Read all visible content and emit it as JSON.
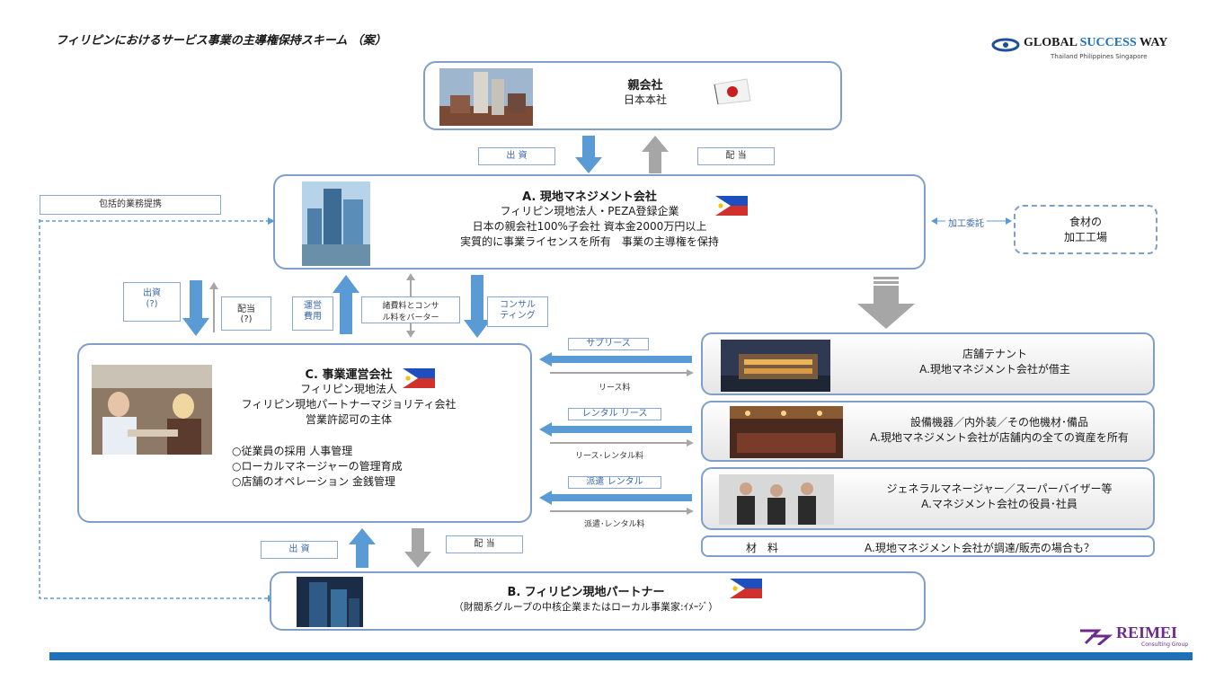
{
  "title": "フィリピンにおけるサービス事業の主導権保持スキーム （案）",
  "logos": {
    "gsw_name_a": "GLOBAL ",
    "gsw_name_b": "SUCCESS",
    "gsw_name_c": " WAY",
    "gsw_sub": "Thailand Philippines Singapore",
    "reimei_name": "REIMEI",
    "reimei_sub": "Consulting Group"
  },
  "parent": {
    "title": "親会社",
    "sub": "日本本社"
  },
  "flows_top": {
    "invest": "出 資",
    "dividend": "配 当"
  },
  "company_a": {
    "title": "A. 現地マネジメント会社",
    "lines": [
      "フィリピン現地法人・PEZA登録企業",
      "日本の親会社100%子会社 資本金2000万円以上",
      "実質的に事業ライセンスを所有　事業の主導権を保持"
    ]
  },
  "alliance": "包括的業務提携",
  "processing": {
    "label": "加工委託",
    "box_line1": "食材の",
    "box_line2": "加工工場"
  },
  "flows_mid": {
    "invest": [
      "出資",
      "(?)"
    ],
    "dividend": [
      "配当",
      "(?)"
    ],
    "ops_fee": [
      "運営",
      "費用"
    ],
    "fee_transfer": [
      "諸費料とコンサ",
      "ル料をバーター"
    ],
    "consulting": [
      "コンサル",
      "ティング"
    ]
  },
  "company_c": {
    "title": "C. 事業運営会社",
    "lines": [
      "フィリピン現地法人",
      "フィリピン現地パートナーマジョリティ会社",
      "営業許認可の主体"
    ],
    "bullets": [
      "○従業員の採用 人事管理",
      "○ローカルマネージャーの管理育成",
      "○店舗のオペレーション 金銭管理"
    ]
  },
  "assets": [
    {
      "arrow_label": "サブリース",
      "return_label": "リース料",
      "line1": "店舗テナント",
      "line2": "A.現地マネジメント会社が借主"
    },
    {
      "arrow_label": "レンタル リース",
      "return_label": "リース･レンタル料",
      "line1": "設備機器／内外装／その他機材･備品",
      "line2": "A.現地マネジメント会社が店舗内の全ての資産を所有"
    },
    {
      "arrow_label": "派遣 レンタル",
      "return_label": "派遣･レンタル料",
      "line1": "ジェネラルマネージャー／スーパーバイザー等",
      "line2": "A.マネジメント会社の役員･社員"
    }
  ],
  "materials": {
    "label": "材　料",
    "text": "A.現地マネジメント会社が調達/販売の場合も？"
  },
  "flows_bottom": {
    "invest": "出 資",
    "dividend": "配 当"
  },
  "partner_b": {
    "title": "B. フィリピン現地パートナー",
    "sub": "（財閥系グループの中核企業またはローカル事業家:ｲﾒｰｼﾞ）"
  },
  "colors": {
    "arrow_blue": "#5b9bd5",
    "arrow_gray": "#a6a6a6",
    "border": "#7f9fc8",
    "bar": "#1e71b8"
  }
}
